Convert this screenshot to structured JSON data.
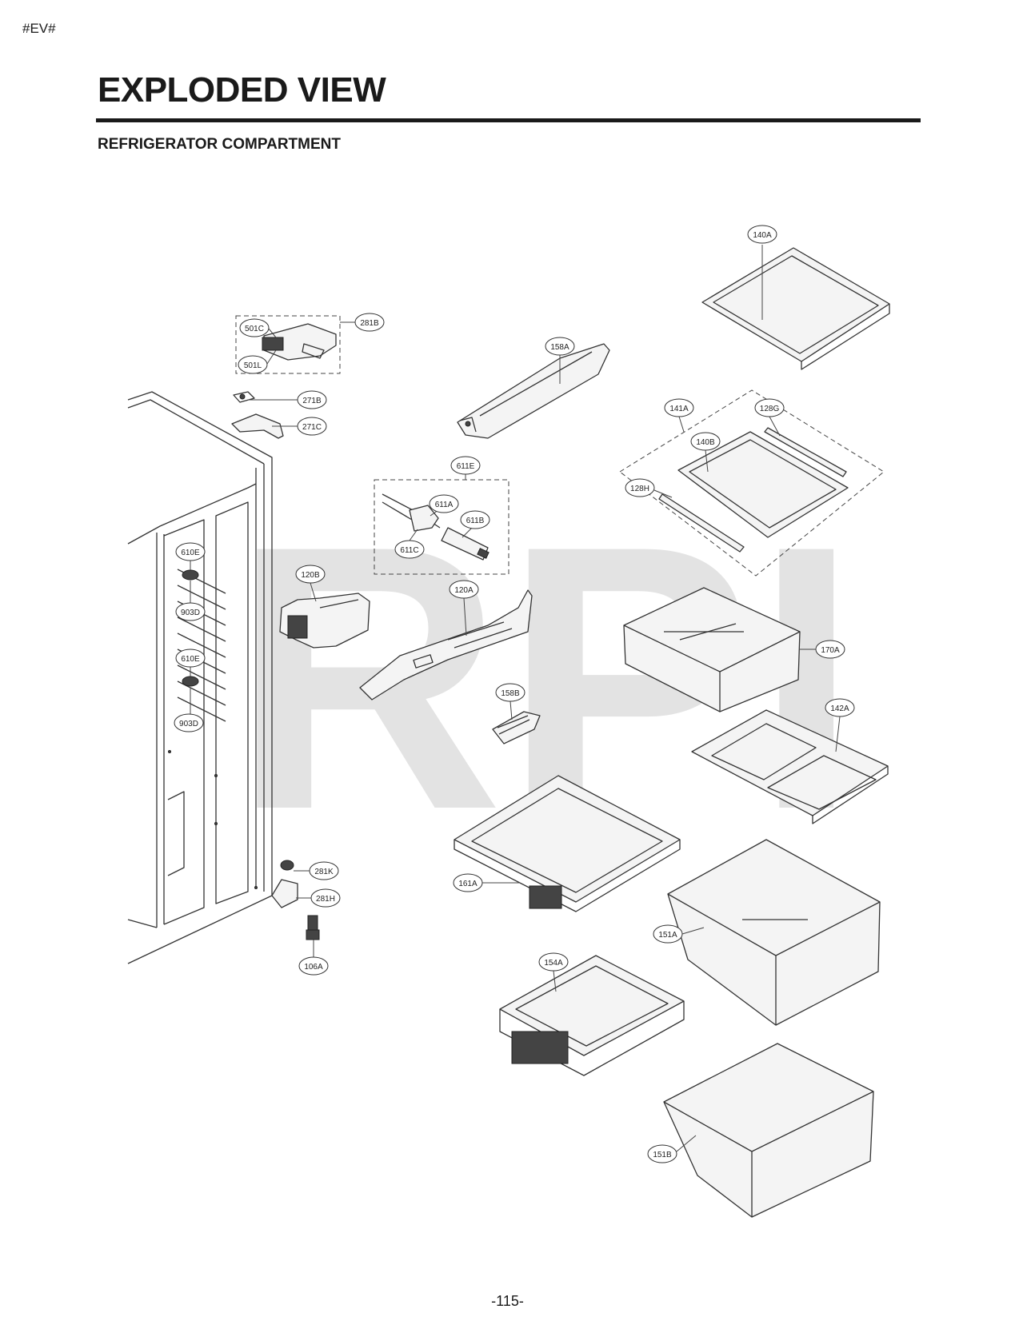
{
  "doc": {
    "tag": "#EV#",
    "title": "EXPLODED VIEW",
    "subtitle": "REFRIGERATOR COMPARTMENT",
    "page_number": "-115-",
    "watermark": "RPI"
  },
  "callouts": {
    "c140A": "140A",
    "c281B": "281B",
    "c501C": "501C",
    "c501L": "501L",
    "c158A": "158A",
    "c271B": "271B",
    "c271C": "271C",
    "c141A": "141A",
    "c128G": "128G",
    "c140B": "140B",
    "c128H": "128H",
    "c611E": "611E",
    "c611A": "611A",
    "c611B": "611B",
    "c611C": "611C",
    "c610E_1": "610E",
    "c903D_1": "903D",
    "c610E_2": "610E",
    "c903D_2": "903D",
    "c120B": "120B",
    "c120A": "120A",
    "c170A": "170A",
    "c158B": "158B",
    "c142A": "142A",
    "c161A": "161A",
    "c281K": "281K",
    "c281H": "281H",
    "c106A": "106A",
    "c151A": "151A",
    "c154A": "154A",
    "c151B": "151B"
  }
}
